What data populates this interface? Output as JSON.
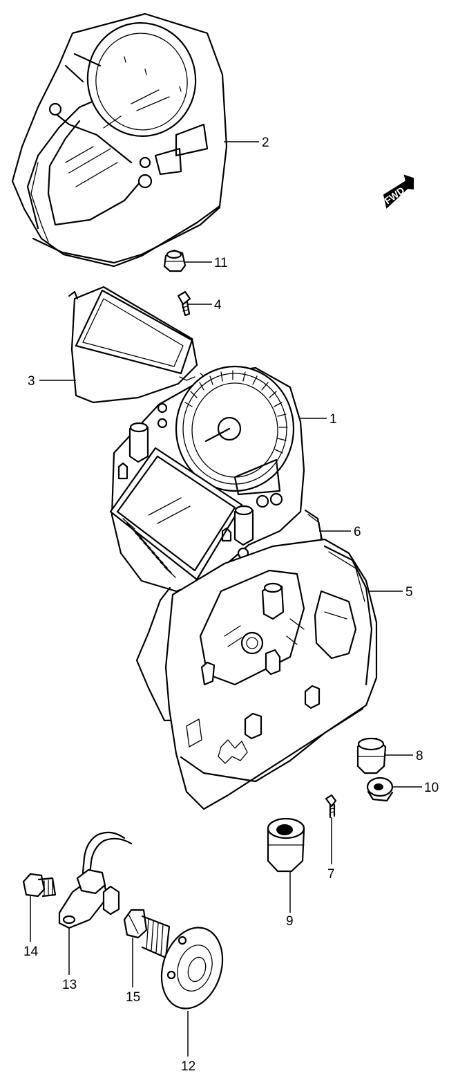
{
  "fwd_label": "FWD",
  "parts": [
    {
      "id": "1",
      "label": "1"
    },
    {
      "id": "2",
      "label": "2"
    },
    {
      "id": "3",
      "label": "3"
    },
    {
      "id": "4",
      "label": "4"
    },
    {
      "id": "5",
      "label": "5"
    },
    {
      "id": "6",
      "label": "6"
    },
    {
      "id": "7",
      "label": "7"
    },
    {
      "id": "8",
      "label": "8"
    },
    {
      "id": "9",
      "label": "9"
    },
    {
      "id": "10",
      "label": "10"
    },
    {
      "id": "11",
      "label": "11"
    },
    {
      "id": "12",
      "label": "12"
    },
    {
      "id": "13",
      "label": "13"
    },
    {
      "id": "14",
      "label": "14"
    },
    {
      "id": "15",
      "label": "15"
    }
  ]
}
